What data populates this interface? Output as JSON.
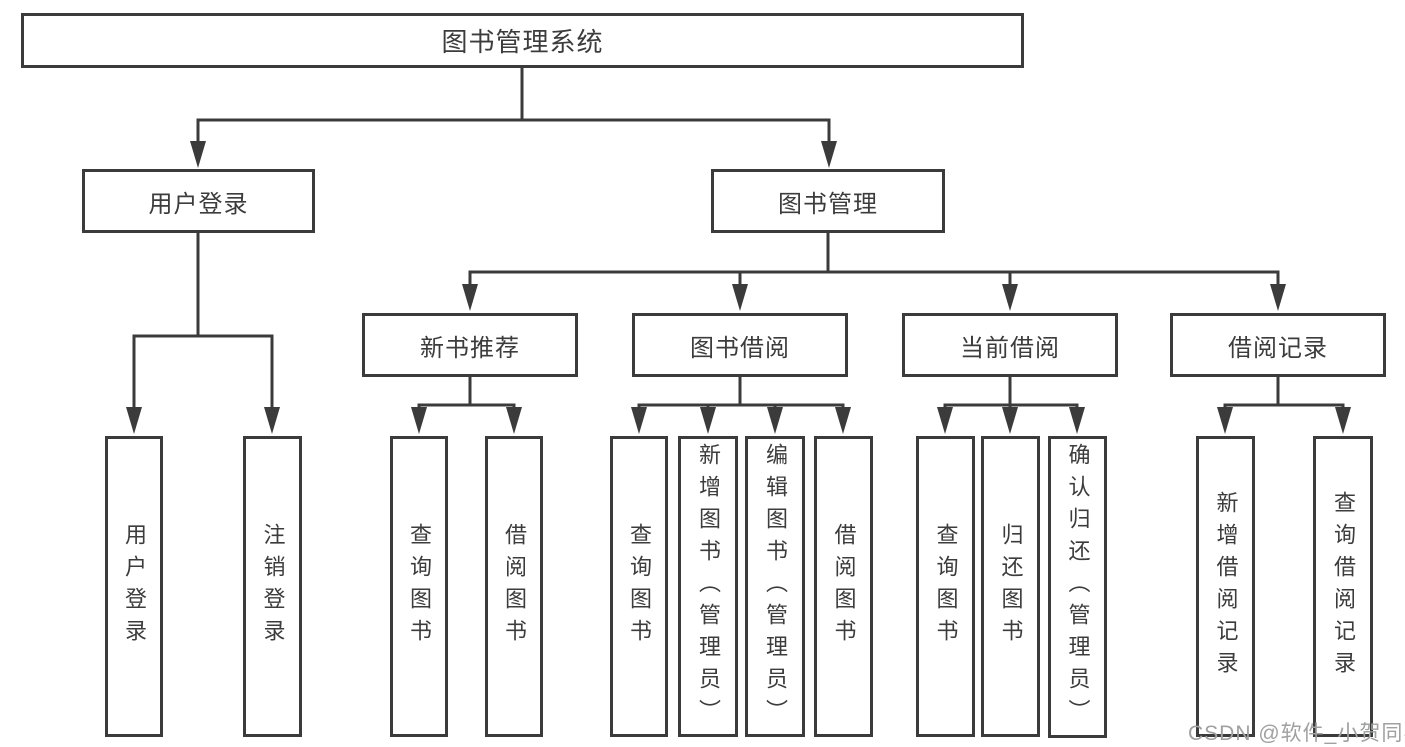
{
  "diagram": {
    "title": "图书管理系统",
    "branches": [
      {
        "label": "用户登录",
        "children": [
          {
            "label": "用户登录"
          },
          {
            "label": "注销登录"
          }
        ]
      },
      {
        "label": "图书管理",
        "children": [
          {
            "label": "新书推荐",
            "children": [
              {
                "label": "查询图书"
              },
              {
                "label": "借阅图书"
              }
            ]
          },
          {
            "label": "图书借阅",
            "children": [
              {
                "label": "查询图书"
              },
              {
                "label": "新增图书（管理员）"
              },
              {
                "label": "编辑图书（管理员）"
              },
              {
                "label": "借阅图书"
              }
            ]
          },
          {
            "label": "当前借阅",
            "children": [
              {
                "label": "查询图书"
              },
              {
                "label": "归还图书"
              },
              {
                "label": "确认归还（管理员）"
              }
            ]
          },
          {
            "label": "借阅记录",
            "children": [
              {
                "label": "新增借阅记录"
              },
              {
                "label": "查询借阅记录"
              }
            ]
          }
        ]
      }
    ]
  },
  "watermark": {
    "text": "CSDN @软件_小贺同学"
  },
  "colors": {
    "line": "#3b3b3b",
    "text": "#3c3c3c",
    "watermark": "#9fa0a2",
    "background": "#ffffff"
  }
}
